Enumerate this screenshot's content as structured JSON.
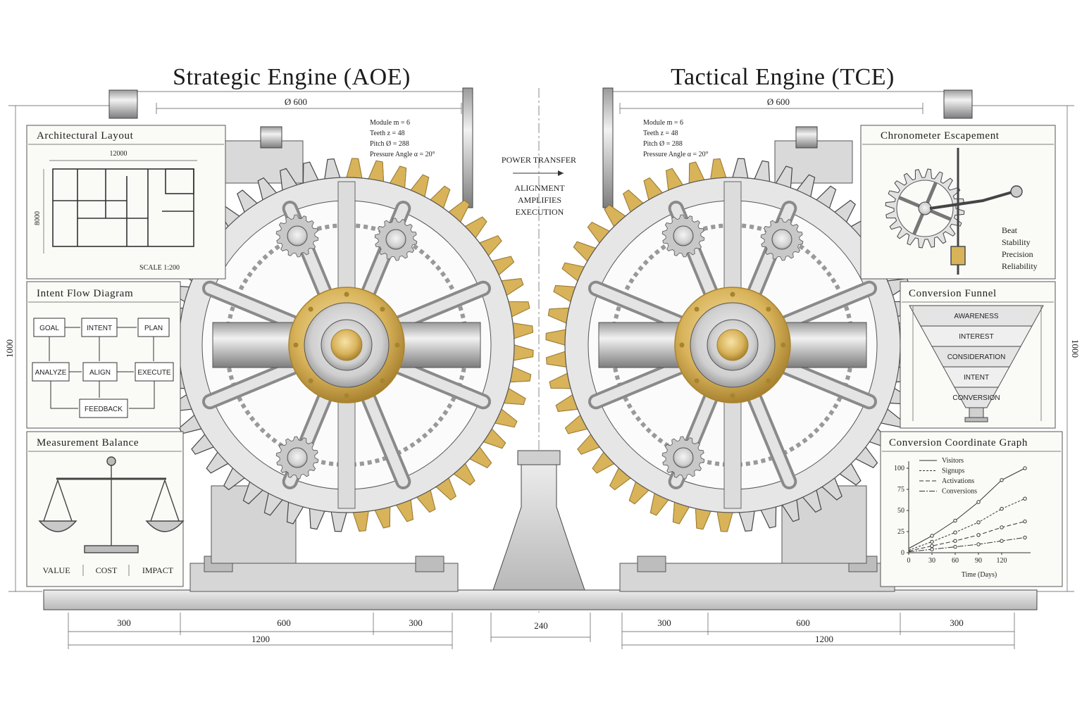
{
  "titles": {
    "left": "Strategic Engine (AOE)",
    "right": "Tactical Engine (TCE)"
  },
  "center": {
    "power_transfer": "POWER TRANSFER",
    "motto": [
      "ALIGNMENT",
      "AMPLIFIES",
      "EXECUTION"
    ]
  },
  "gear_specs": {
    "module": "Module  m = 6",
    "teeth": "Teeth     z = 48",
    "pitch": "Pitch  Ø = 288",
    "pressure": "Pressure Angle  α = 20°"
  },
  "diameter_label": "Ø 600",
  "dimensions": {
    "height": "1000",
    "base_left": [
      "300",
      "600",
      "300"
    ],
    "total_left": "1200",
    "center_gap": "240",
    "base_right": [
      "300",
      "600",
      "300"
    ],
    "total_right": "1200"
  },
  "panels": {
    "architectural": {
      "title": "Architectural Layout",
      "width": "12000",
      "height": "8000",
      "scale": "SCALE 1:200"
    },
    "intent_flow": {
      "title": "Intent Flow Diagram",
      "nodes": {
        "goal": "GOAL",
        "intent": "INTENT",
        "plan": "PLAN",
        "analyze": "ANALYZE",
        "align": "ALIGN",
        "execute": "EXECUTE",
        "feedback": "FEEDBACK"
      }
    },
    "balance": {
      "title": "Measurement Balance",
      "labels": [
        "VALUE",
        "COST",
        "IMPACT"
      ]
    },
    "chronometer": {
      "title": "Chronometer Escapement",
      "labels": [
        "Beat",
        "Stability",
        "Precision",
        "Reliability"
      ]
    },
    "funnel": {
      "title": "Conversion Funnel",
      "stages": [
        "AWARENESS",
        "INTEREST",
        "CONSIDERATION",
        "INTENT",
        "CONVERSION"
      ]
    },
    "graph": {
      "title": "Conversion Coordinate Graph",
      "xlabel": "Time (Days)"
    }
  },
  "chart_data": {
    "type": "line",
    "title": "Conversion Coordinate Graph",
    "xlabel": "Time (Days)",
    "ylabel": "",
    "x": [
      0,
      30,
      60,
      90,
      120,
      150
    ],
    "xticks": [
      "0",
      "30",
      "60",
      "90",
      "120"
    ],
    "yticks": [
      "0",
      "25",
      "50",
      "75",
      "100"
    ],
    "xlim": [
      0,
      150
    ],
    "ylim": [
      0,
      100
    ],
    "series": [
      {
        "name": "Visitors",
        "values": [
          5,
          20,
          38,
          60,
          86,
          100
        ],
        "dash": "none"
      },
      {
        "name": "Signups",
        "values": [
          3,
          13,
          24,
          36,
          52,
          64
        ],
        "dash": "3,2"
      },
      {
        "name": "Activations",
        "values": [
          2,
          8,
          14,
          21,
          30,
          37
        ],
        "dash": "6,3"
      },
      {
        "name": "Conversions",
        "values": [
          1,
          4,
          7,
          10,
          14,
          18
        ],
        "dash": "8,2,2,2"
      }
    ],
    "legend": "top-left"
  },
  "colors": {
    "brass": "#d8b35a",
    "brass_dark": "#a8832e",
    "steel": "#cfcfcf",
    "steel_dark": "#7a7a7a",
    "ink": "#2a2a2a",
    "panel_bg": "#fafaf7"
  }
}
